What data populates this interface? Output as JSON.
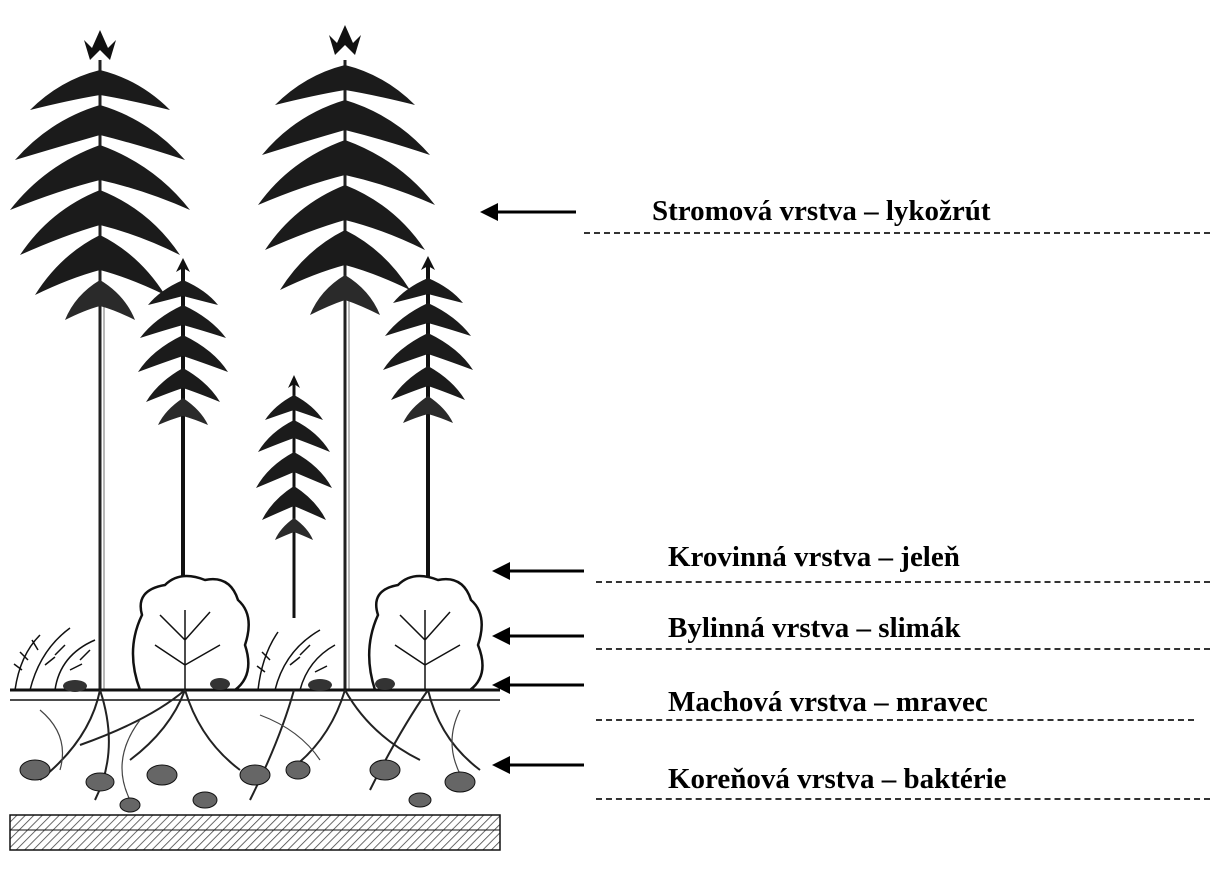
{
  "layers": [
    {
      "id": "stromova",
      "label": "Stromová vrstva – lykožrút"
    },
    {
      "id": "krovinna",
      "label": "Krovinná vrstva – jeleň"
    },
    {
      "id": "bylinna",
      "label": "Bylinná vrstva – slimák"
    },
    {
      "id": "machova",
      "label": "Machová vrstva – mravec"
    },
    {
      "id": "korenova",
      "label": "Koreňová vrstva – baktérie"
    }
  ],
  "colors": {
    "ink": "#000000",
    "tree_dark": "#1a1a1a",
    "ground_hatch": "#555555"
  }
}
